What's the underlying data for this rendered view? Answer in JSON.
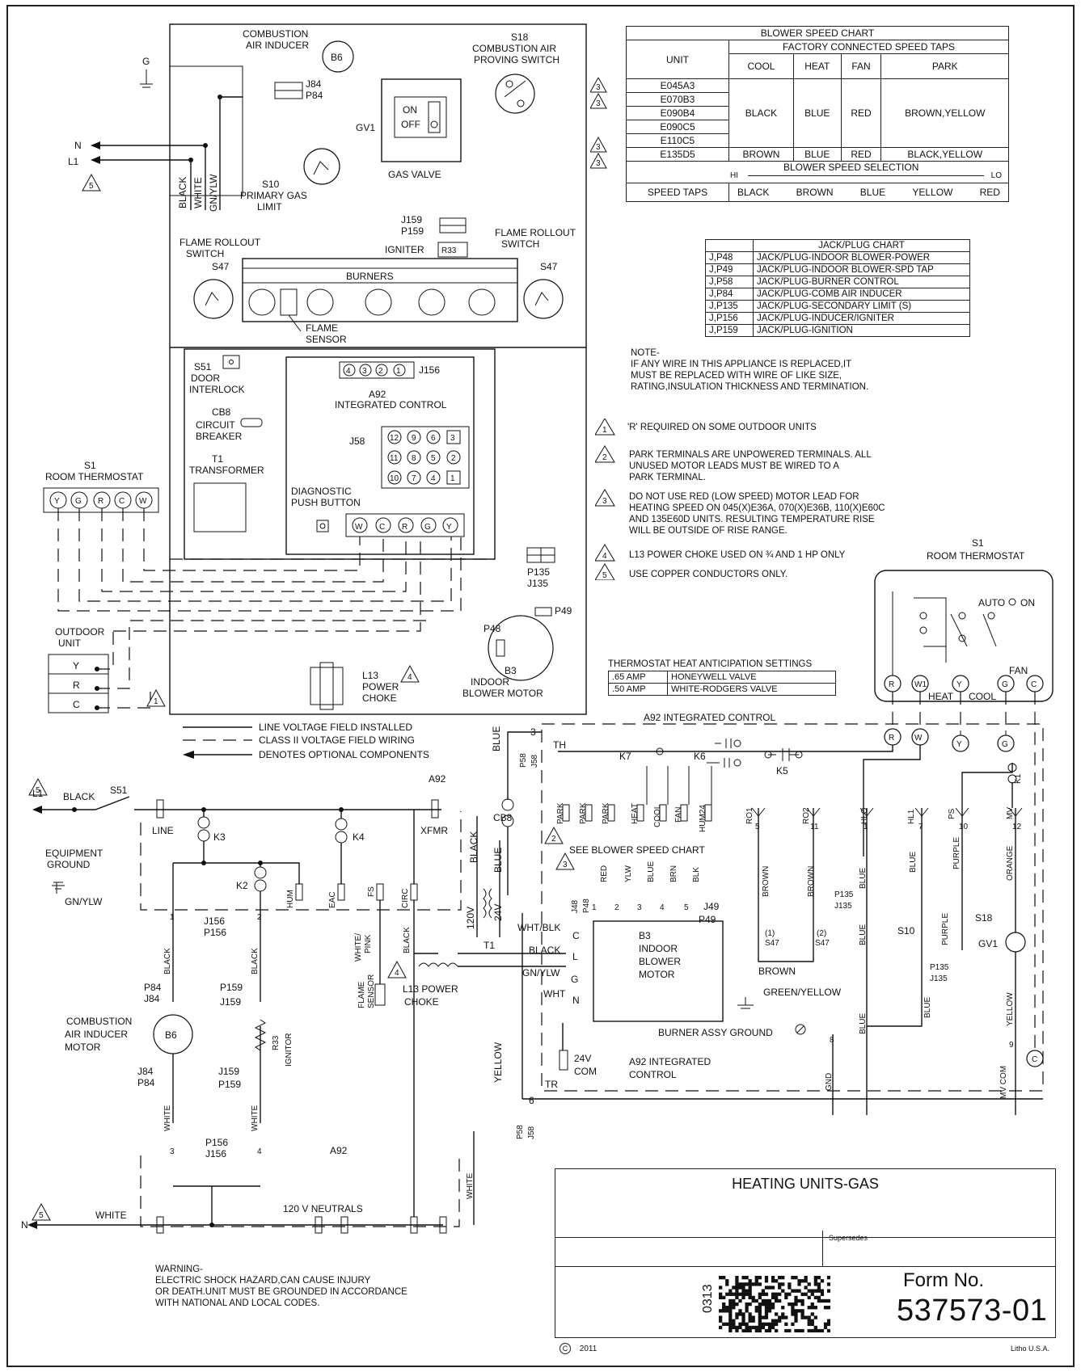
{
  "blower_chart": {
    "title": "BLOWER SPEED CHART",
    "subtitle": "FACTORY CONNECTED SPEED TAPS",
    "headers": [
      "UNIT",
      "COOL",
      "HEAT",
      "FAN",
      "PARK"
    ],
    "units": [
      "E045A3",
      "E070B3",
      "E090B4",
      "E090C5",
      "E110C5",
      "E135D5"
    ],
    "group1": {
      "cool": "BLACK",
      "heat": "BLUE",
      "fan": "RED",
      "park": "BROWN,YELLOW"
    },
    "group2": {
      "cool": "BROWN",
      "heat": "BLUE",
      "fan": "RED",
      "park": "BLACK,YELLOW"
    },
    "selection_label": "BLOWER SPEED SELECTION",
    "hi": "HI",
    "lo": "LO",
    "speed_taps_label": "SPEED TAPS",
    "speed_taps": [
      "BLACK",
      "BROWN",
      "BLUE",
      "YELLOW",
      "RED"
    ]
  },
  "jack_chart": {
    "title": "JACK/PLUG CHART",
    "rows": [
      [
        "J,P48",
        "JACK/PLUG-INDOOR BLOWER-POWER"
      ],
      [
        "J,P49",
        "JACK/PLUG-INDOOR BLOWER-SPD TAP"
      ],
      [
        "J,P58",
        "JACK/PLUG-BURNER CONTROL"
      ],
      [
        "J,P84",
        "JACK/PLUG-COMB AIR INDUCER"
      ],
      [
        "J,P135",
        "JACK/PLUG-SECONDARY LIMIT (S)"
      ],
      [
        "J,P156",
        "JACK/PLUG-INDUCER/IGNITER"
      ],
      [
        "J,P159",
        "JACK/PLUG-IGNITION"
      ]
    ]
  },
  "note": {
    "heading": "NOTE-",
    "lines": [
      "IF ANY WIRE IN THIS APPLIANCE IS REPLACED,IT",
      "MUST BE REPLACED WITH WIRE OF LIKE SIZE,",
      "RATING,INSULATION THICKNESS AND TERMINATION."
    ]
  },
  "notes": [
    {
      "num": "1",
      "lines": [
        "'R' REQUIRED ON SOME OUTDOOR UNITS"
      ]
    },
    {
      "num": "2",
      "lines": [
        "PARK TERMINALS ARE UNPOWERED TERMINALS. ALL",
        "UNUSED MOTOR LEADS MUST BE WIRED TO A",
        "PARK TERMINAL."
      ]
    },
    {
      "num": "3",
      "lines": [
        "DO NOT USE RED (LOW SPEED) MOTOR LEAD FOR",
        "HEATING SPEED ON 045(X)E36A, 070(X)E36B, 110(X)E60C",
        "AND 135E60D UNITS. RESULTING TEMPERATURE RISE",
        "WILL BE OUTSIDE OF RISE RANGE."
      ]
    },
    {
      "num": "4",
      "lines": [
        "L13 POWER CHOKE USED ON ¾ AND 1 HP ONLY"
      ]
    },
    {
      "num": "5",
      "lines": [
        "USE COPPER CONDUCTORS ONLY."
      ]
    }
  ],
  "anticipation": {
    "title": "THERMOSTAT HEAT ANTICIPATION SETTINGS",
    "rows": [
      [
        ".65 AMP",
        "HONEYWELL VALVE"
      ],
      [
        ".50 AMP",
        "WHITE-RODGERS VALVE"
      ]
    ]
  },
  "legend": [
    "LINE VOLTAGE FIELD INSTALLED",
    "CLASS II VOLTAGE FIELD WIRING",
    "DENOTES OPTIONAL COMPONENTS"
  ],
  "warning": {
    "heading": "WARNING-",
    "lines": [
      "ELECTRIC SHOCK HAZARD,CAN CAUSE INJURY",
      "OR DEATH.UNIT MUST BE GROUNDED IN ACCORDANCE",
      "WITH NATIONAL AND LOCAL CODES."
    ]
  },
  "title_block": {
    "title": "HEATING UNITS-GAS",
    "supersedes": "Supersedes",
    "date_code": "0313",
    "form_label": "Form No.",
    "form_number": "537573-01",
    "copyright": "2011",
    "litho": "Litho U.S.A."
  },
  "labels": {
    "g": "G",
    "n": "N",
    "l1": "L1",
    "cai": "COMBUSTION",
    "cai2": "AIR INDUCER",
    "b6": "B6",
    "j84p84": "J84",
    "p84": "P84",
    "s18": "S18",
    "s18a": "COMBUSTION AIR",
    "s18b": "PROVING SWITCH",
    "gv1": "GV1",
    "on": "ON",
    "off": "OFF",
    "gas_valve": "GAS VALVE",
    "s10": "S10",
    "s10a": "PRIMARY GAS",
    "s10b": "LIMIT",
    "black": "BLACK",
    "white": "WHITE",
    "gnylw": "GN/YLW",
    "j159": "J159",
    "p159": "P159",
    "igniter": "IGNITER",
    "r33": "R33",
    "fr_left": "FLAME ROLLOUT",
    "fr_left2": "SWITCH",
    "s47": "S47",
    "fr_right": "FLAME ROLLOUT",
    "fr_right2": "SWITCH",
    "burners": "BURNERS",
    "flame": "FLAME",
    "sensor": "SENSOR",
    "s51": "S51",
    "door": "DOOR",
    "interlock": "INTERLOCK",
    "a92": "A92",
    "integrated": "INTEGRATED CONTROL",
    "j156": "J156",
    "cb8": "CB8",
    "circuit": "CIRCUIT",
    "breaker": "BREAKER",
    "t1": "T1",
    "transformer": "TRANSFORMER",
    "j58": "J58",
    "diag": "DIAGNOSTIC",
    "push": "PUSH BUTTON",
    "s1": "S1",
    "room_t": "ROOM THERMOSTAT",
    "outdoor": "OUTDOOR",
    "unit": "UNIT",
    "p135": "P135",
    "j135": "J135",
    "p49": "P49",
    "p48": "P48",
    "b3": "B3",
    "indoor": "INDOOR",
    "blower_motor": "BLOWER MOTOR",
    "l13": "L13",
    "power": "POWER",
    "choke": "CHOKE",
    "auto": "AUTO",
    "on2": "ON",
    "heat": "HEAT",
    "cool": "COOL",
    "fan": "FAN",
    "a92ic": "A92   INTEGRATED CONTROL",
    "th": "TH",
    "k7": "K7",
    "k6": "K6",
    "k5": "K5",
    "k1": "K1",
    "see_chart": "SEE BLOWER SPEED CHART",
    "line": "LINE",
    "xfmr": "XFMR",
    "k3": "K3",
    "k4": "K4",
    "k2": "K2",
    "hum": "HUM",
    "eac": "EAC",
    "fs": "FS",
    "circ": "CIRC",
    "equip": "EQUIPMENT",
    "ground": "GROUND",
    "p156": "P156",
    "ignitor": "IGNITOR",
    "cai_motor1": "COMBUSTION",
    "cai_motor2": "AIR INDUCER",
    "cai_motor3": "MOTOR",
    "wp": "WHITE/",
    "pink": "PINK",
    "flame_s": "FLAME",
    "sensor_s": "SENSOR",
    "l13pc": "L13 POWER",
    "choke2": "CHOKE",
    "v120": "120V",
    "v24": "24V",
    "wht_blk": "WHT/BLK",
    "wht": "WHT",
    "b3b": "B3",
    "indoor_b": "INDOOR",
    "blower_b": "BLOWER",
    "motor_b": "MOTOR",
    "green_yellow": "GREEN/YELLOW",
    "burner_gnd": "BURNER ASSY GROUND",
    "v24com": "24V",
    "com": "COM",
    "tr": "TR",
    "a92ic2": "A92 INTEGRATED",
    "control": "CONTROL",
    "gnd": "GND",
    "mv_com": "MV COM",
    "neutrals": "120 V NEUTRALS",
    "blue": "BLUE",
    "yellow": "YELLOW",
    "brown": "BROWN",
    "purple": "PURPLE",
    "orange": "ORANGE",
    "red": "RED",
    "ylw": "YLW",
    "brn": "BRN",
    "blk": "BLK",
    "ro1": "RO1",
    "ro2": "RO2",
    "hlo": "HLO",
    "hl1": "HL1",
    "ps": "PS",
    "mv": "MV",
    "park": "PARK",
    "heat_t": "HEAT",
    "cool_t": "COOL",
    "fan_t": "FAN",
    "hum24": "HUM24",
    "j48": "J48",
    "j49": "J49",
    "p58": "P58"
  }
}
